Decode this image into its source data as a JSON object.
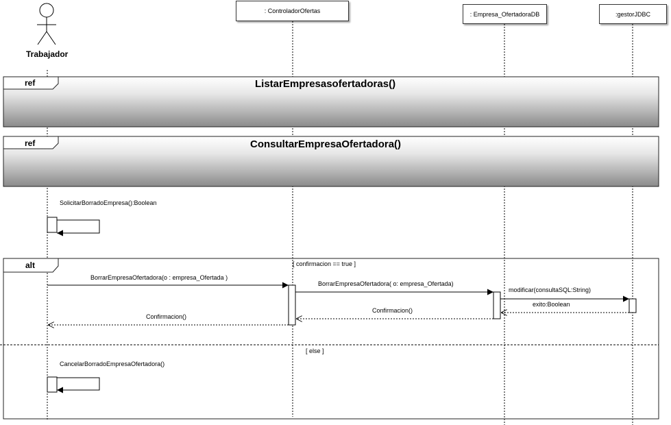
{
  "lifelines": {
    "actor": "Trabajador",
    "controlador": ": ControladorOfertas",
    "empresa_db": ": Empresa_OfertadoraDB",
    "gestor": ":gestorJDBC"
  },
  "fragments": {
    "ref1": {
      "tag": "ref",
      "title": "ListarEmpresasofertadoras()"
    },
    "ref2": {
      "tag": "ref",
      "title": "ConsultarEmpresaOfertadora()"
    },
    "alt": {
      "tag": "alt",
      "guard_then": "[ confirmacion == true ]",
      "guard_else": "[ else ]"
    }
  },
  "messages": {
    "solicitar": "SolicitarBorradoEmpresa():Boolean",
    "borrar_ctrl": "BorrarEmpresaOfertadora(o : empresa_Ofertada )",
    "borrar_db": "BorrarEmpresaOfertadora( o: empresa_Ofertada)",
    "modificar": "modificar(consultaSQL:String)",
    "exito": "exito:Boolean",
    "confirmacion_db": "Confirmacion()",
    "confirmacion_ctrl": "Confirmacion()",
    "cancelar": "CancelarBorradoEmpresaOfertadora()"
  }
}
